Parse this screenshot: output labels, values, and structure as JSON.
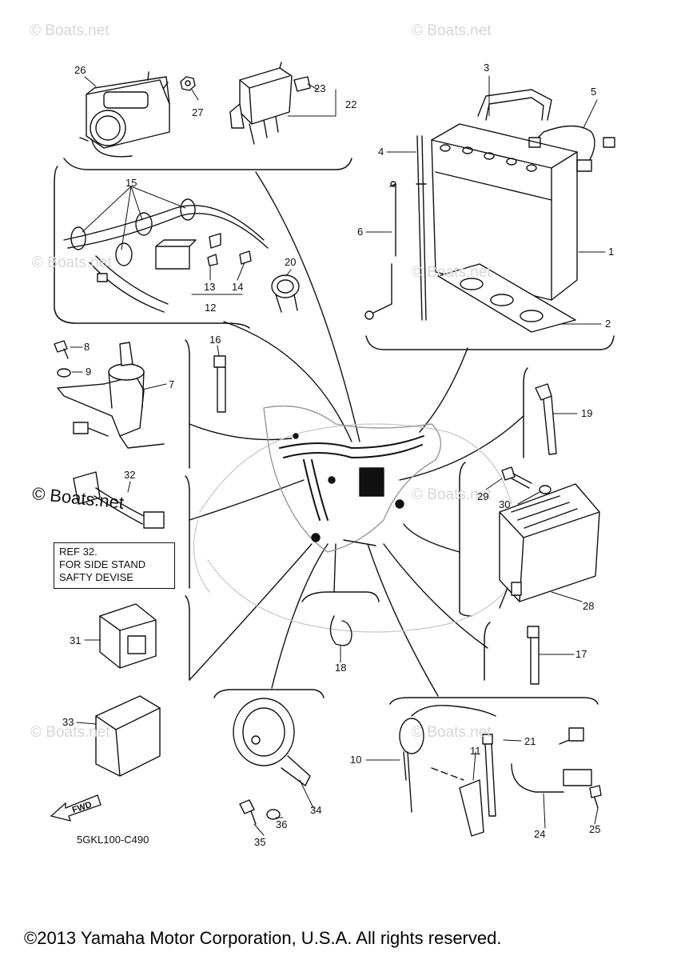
{
  "watermark": "© Boats.net",
  "callouts": {
    "c1": "1",
    "c2": "2",
    "c3": "3",
    "c4": "4",
    "c5": "5",
    "c6": "6",
    "c7": "7",
    "c8": "8",
    "c9": "9",
    "c10": "10",
    "c11": "11",
    "c12": "12",
    "c13": "13",
    "c14": "14",
    "c15": "15",
    "c16": "16",
    "c17": "17",
    "c18": "18",
    "c19": "19",
    "c20": "20",
    "c21": "21",
    "c22": "22",
    "c23": "23",
    "c24": "24",
    "c25": "25",
    "c26": "26",
    "c27": "27",
    "c28": "28",
    "c29": "29",
    "c30": "30",
    "c31": "31",
    "c32": "32",
    "c33": "33",
    "c34": "34",
    "c35": "35",
    "c36": "36"
  },
  "ref_note": [
    "REF 32.",
    "FOR SIDE STAND",
    "SAFTY DEVISE"
  ],
  "fwd_label": "FWD",
  "diagram_code": "5GKL100-C490",
  "copyright": "©2013 Yamaha Motor Corporation, U.S.A. All rights reserved."
}
